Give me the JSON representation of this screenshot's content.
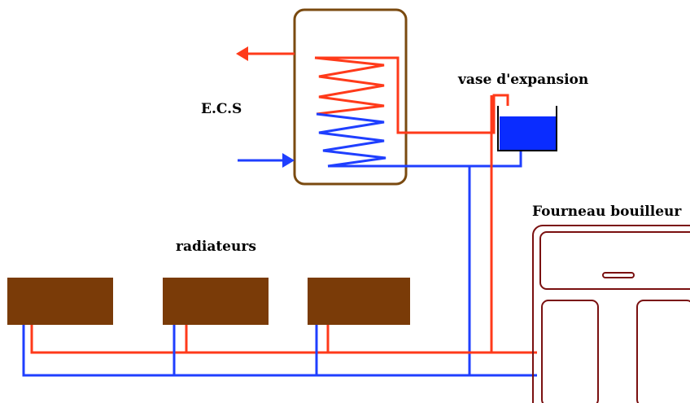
{
  "labels": {
    "ecs": "E.C.S",
    "expansion_vessel": "vase d'expansion",
    "boiler": "Fourneau bouilleur",
    "radiators": "radiateurs"
  },
  "colors": {
    "hot_pipe": "#ff3a1a",
    "cold_pipe": "#1f3fff",
    "radiator_fill": "#7a3b08",
    "tank_outline": "#7a4a10",
    "stove_outline": "#7a1010",
    "water": "#0a2cff",
    "text": "#000000"
  }
}
